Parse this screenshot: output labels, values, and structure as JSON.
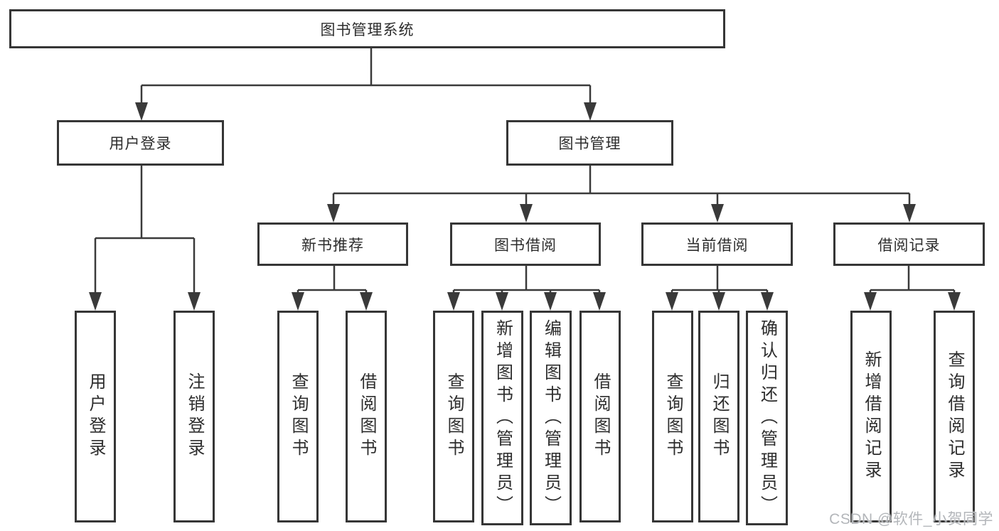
{
  "diagram_title": "图书管理系统",
  "tree": {
    "label": "图书管理系统",
    "children": [
      {
        "label": "用户登录",
        "children": [
          {
            "label": "用户登录"
          },
          {
            "label": "注销登录"
          }
        ]
      },
      {
        "label": "图书管理",
        "children": [
          {
            "label": "新书推荐",
            "children": [
              {
                "label": "查询图书"
              },
              {
                "label": "借阅图书"
              }
            ]
          },
          {
            "label": "图书借阅",
            "children": [
              {
                "label": "查询图书"
              },
              {
                "label": "新增图书（管理员）"
              },
              {
                "label": "编辑图书（管理员）"
              },
              {
                "label": "借阅图书"
              }
            ]
          },
          {
            "label": "当前借阅",
            "children": [
              {
                "label": "查询图书"
              },
              {
                "label": "归还图书"
              },
              {
                "label": "确认归还（管理员）"
              }
            ]
          },
          {
            "label": "借阅记录",
            "children": [
              {
                "label": "新增借阅记录"
              },
              {
                "label": "查询借阅记录"
              }
            ]
          }
        ]
      }
    ]
  },
  "colors": {
    "line": "#3a3a3a",
    "box_border": "#363636",
    "text": "#2d2d2d",
    "watermark": "#b3b6ba",
    "background": "#ffffff"
  },
  "watermark": "CSDN @软件_小贺同学"
}
